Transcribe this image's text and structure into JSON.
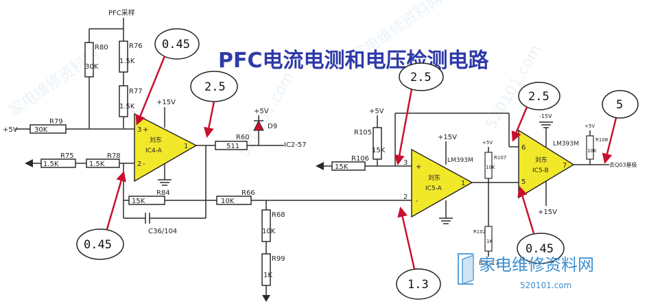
{
  "title": "PFC电流电测和电压检测电路",
  "annotations": {
    "pfc_sample": "PFC采样",
    "plus5v_left": "+5V",
    "plus5v_d9": "+5V",
    "plus15v_ic4": "+15V",
    "plus15v_ic5a": "+15V",
    "plus5v_r105": "+5V",
    "plus5v_r107": "+5V",
    "plus5v_r108": "+5V",
    "minus15v": "-15V",
    "plus15v_bottom": "+15V",
    "ic2_57": "IC2-57",
    "ic2_17": "IC2-17",
    "to_q03": "去Q03基极",
    "lm393m_a": "LM393M",
    "lm393m_b": "LM393M"
  },
  "components": {
    "r80": {
      "ref": "R80",
      "value": "30K"
    },
    "r76": {
      "ref": "R76",
      "value": "1.5K"
    },
    "r77": {
      "ref": "R77",
      "value": "1.5K"
    },
    "r79": {
      "ref": "R79",
      "value": "30K"
    },
    "r75": {
      "ref": "R75",
      "value": "1.5K"
    },
    "r78": {
      "ref": "R78",
      "value": "1.5K"
    },
    "r84": {
      "ref": "R84",
      "value": "15K"
    },
    "c36": {
      "ref": "C36/104"
    },
    "r60": {
      "ref": "R60",
      "value": "511"
    },
    "d9": {
      "ref": "D9"
    },
    "r66": {
      "ref": "R66",
      "value": "10K"
    },
    "r68": {
      "ref": "R68",
      "value": "10K"
    },
    "r99": {
      "ref": "R99",
      "value": "1K"
    },
    "r106": {
      "ref": "R106",
      "value": "15K"
    },
    "r105": {
      "ref": "R105",
      "value": "15K"
    },
    "r107": {
      "ref": "R107",
      "value": "10K"
    },
    "r102": {
      "ref": "R102",
      "value": "1K"
    },
    "r108": {
      "ref": "R108",
      "value": "10K"
    }
  },
  "opamps": {
    "ic4a": {
      "brand": "刘东",
      "name": "IC4-A",
      "pin_plus": "3",
      "pin_minus": "2",
      "pin_out": "1"
    },
    "ic5a": {
      "brand": "刘东",
      "name": "IC5-A",
      "pin_plus": "3",
      "pin_minus": "2",
      "pin_out": "1"
    },
    "ic5b": {
      "brand": "刘东",
      "name": "IC5-B",
      "pin_plus": "6",
      "pin_minus": "5",
      "pin_out": "7"
    }
  },
  "voltage_callouts": [
    {
      "id": "v1",
      "value": "0.45"
    },
    {
      "id": "v2",
      "value": "2.5"
    },
    {
      "id": "v3",
      "value": "0.45"
    },
    {
      "id": "v4",
      "value": "2.5"
    },
    {
      "id": "v5",
      "value": "2.5"
    },
    {
      "id": "v6",
      "value": "5"
    },
    {
      "id": "v7",
      "value": "0.45"
    },
    {
      "id": "v8",
      "value": "1.3"
    }
  ],
  "watermark": {
    "logo": "家电维修资料网",
    "url": "520101.com"
  },
  "colors": {
    "opamp_fill": "#f2e82a",
    "arrow": "#c8102e",
    "wire": "#2a2a2a",
    "title": "#2f3aa8"
  }
}
